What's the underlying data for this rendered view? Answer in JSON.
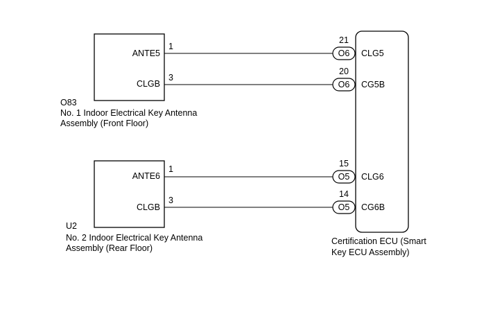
{
  "components": [
    {
      "code": "O83",
      "name_line1": "No. 1 Indoor Electrical Key Antenna",
      "name_line2": "Assembly (Front Floor)",
      "pins": [
        {
          "name": "ANTE5",
          "number": "1"
        },
        {
          "name": "CLGB",
          "number": "3"
        }
      ]
    },
    {
      "code": "U2",
      "name_line1": "No. 2 Indoor Electrical Key Antenna",
      "name_line2": "Assembly (Rear Floor)",
      "pins": [
        {
          "name": "ANTE6",
          "number": "1"
        },
        {
          "name": "CLGB",
          "number": "3"
        }
      ]
    }
  ],
  "ecu": {
    "name_line1": "Certification ECU (Smart",
    "name_line2": "Key ECU Assembly)",
    "terminals": [
      {
        "connector": "O6",
        "number": "21",
        "name": "CLG5"
      },
      {
        "connector": "O6",
        "number": "20",
        "name": "CG5B"
      },
      {
        "connector": "O5",
        "number": "15",
        "name": "CLG6"
      },
      {
        "connector": "O5",
        "number": "14",
        "name": "CG6B"
      }
    ]
  }
}
